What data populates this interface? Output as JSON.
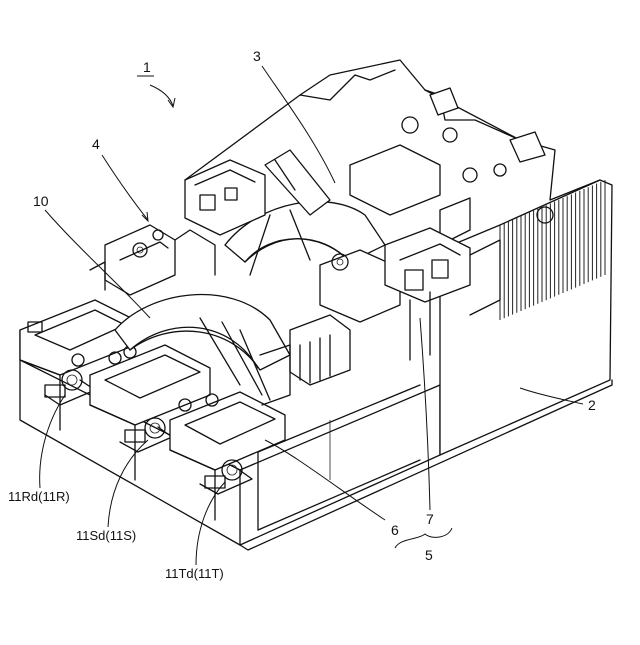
{
  "labels": {
    "device": "1",
    "case": "2",
    "cover_mechanism": "3",
    "handle_mechanism": "4",
    "assembly": "5",
    "part_6": "6",
    "part_7": "7",
    "arc_part": "10",
    "terminal_r": "11Rd(11R)",
    "terminal_s": "11Sd(11S)",
    "terminal_t": "11Td(11T)"
  }
}
